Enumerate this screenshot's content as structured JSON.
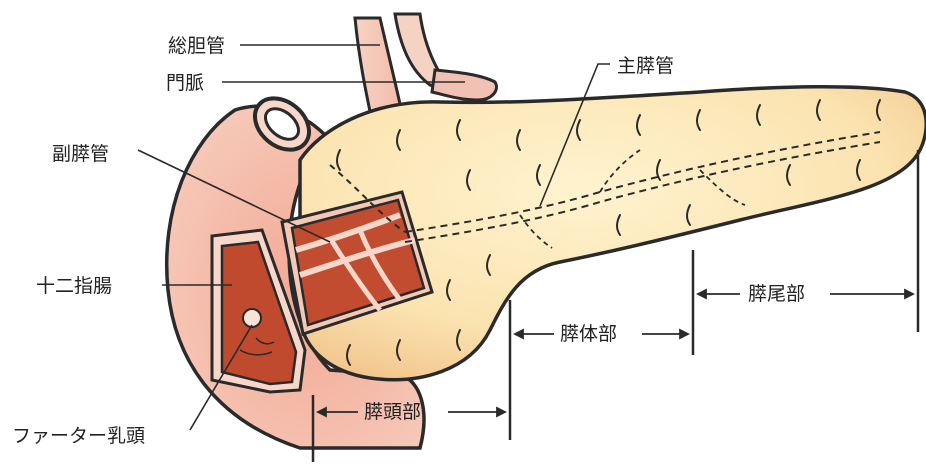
{
  "labels": {
    "common_bile_duct": "総胆管",
    "portal_vein": "門脈",
    "main_pancreatic_duct": "主膵管",
    "accessory_pancreatic_duct": "副膵管",
    "duodenum": "十二指腸",
    "papilla_of_vater": "ファーター乳頭",
    "pancreas_head": "膵頭部",
    "pancreas_body": "膵体部",
    "pancreas_tail": "膵尾部"
  },
  "colors": {
    "pancreas_fill": "#fbe7b4",
    "pancreas_shade": "#f3c98e",
    "duodenum_outer": "#f4b9a4",
    "duodenum_inner": "#c24c2f",
    "duct_wall": "#f6c9b7",
    "outline": "#2a2a2a"
  }
}
